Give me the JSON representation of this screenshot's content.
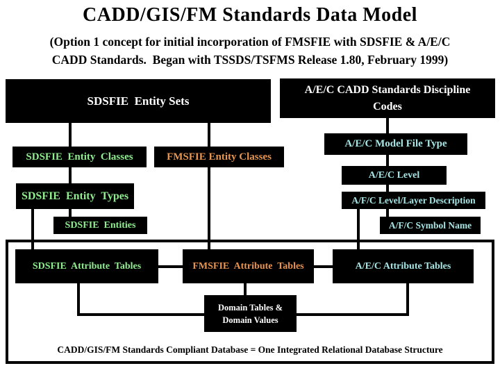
{
  "slide": {
    "title": "CADD/GIS/FM Standards Data Model",
    "subtitle": "(Option 1 concept for initial incorporation of FMSFIE with SDSFIE & A/E/C\nCADD Standards.  Began with TSSDS/TSFMS Release 1.80, February 1999)",
    "caption": "CADD/GIS/FM Standards Compliant Database = One Integrated Relational Database Structure"
  },
  "colors": {
    "sdsfie_green": "#90EE90",
    "fmsfie_orange": "#E9954F",
    "aec_cyan": "#A8E6E6",
    "white": "#FFFFFF",
    "box_background": "#000000"
  },
  "boxes": {
    "sdsfie_entity_sets": "SDSFIE  Entity Sets",
    "aec_cadd_discipline_codes": "A/E/C CADD Standards Discipline\nCodes",
    "sdsfie_entity_classes": "SDSFIE  Entity  Classes",
    "fmsfie_entity_classes": "FMSFIE Entity Classes",
    "aec_model_file_type": "A/E/C Model File Type",
    "aec_level": "A/E/C Level",
    "sdsfie_entity_types": "SDSFIE  Entity  Types",
    "afc_level_layer_description": "A/F/C Level/Layer Description",
    "sdsfie_entities": "SDSFIE  Entities",
    "afc_symbol_name": "A/F/C Symbol Name",
    "sdsfie_attribute_tables": "SDSFIE  Attribute  Tables",
    "fmsfie_attribute_tables": "FMSFIE  Attribute  Tables",
    "aec_attribute_tables": "A/E/C Attribute Tables",
    "domain_tables": "Domain Tables &\nDomain Values"
  }
}
